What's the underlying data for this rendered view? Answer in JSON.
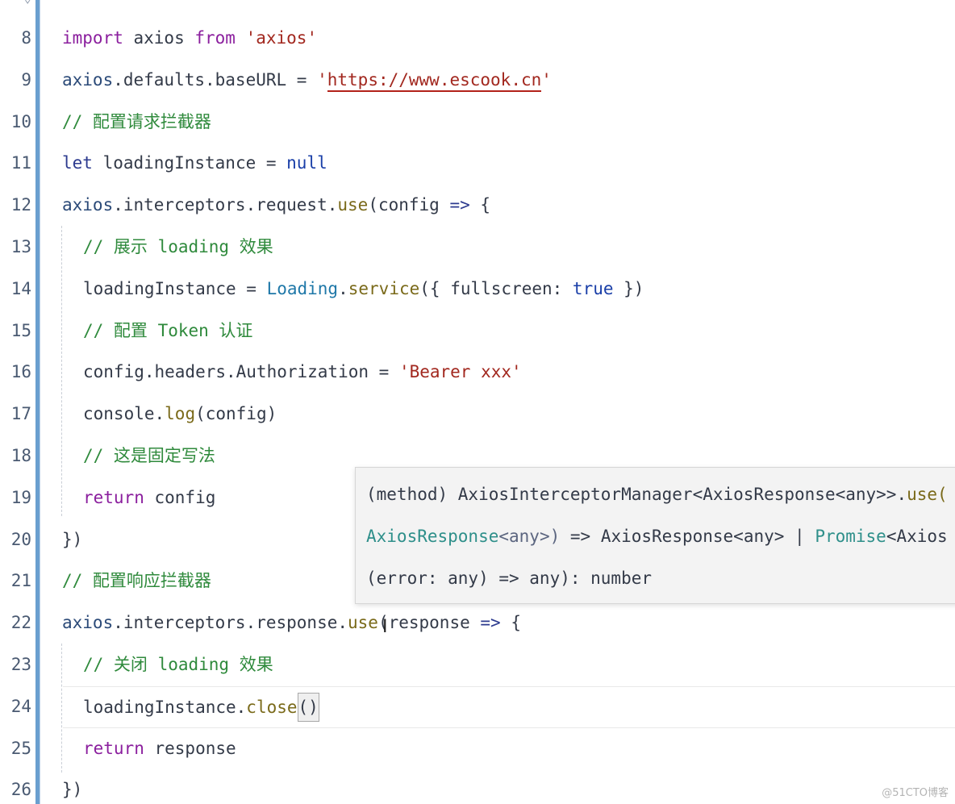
{
  "editor": {
    "lines": [
      {
        "n": "8"
      },
      {
        "n": "9"
      },
      {
        "n": "10"
      },
      {
        "n": "11"
      },
      {
        "n": "12"
      },
      {
        "n": "13"
      },
      {
        "n": "14"
      },
      {
        "n": "15"
      },
      {
        "n": "16"
      },
      {
        "n": "17"
      },
      {
        "n": "18"
      },
      {
        "n": "19"
      },
      {
        "n": "20"
      },
      {
        "n": "21"
      },
      {
        "n": "22"
      },
      {
        "n": "23"
      },
      {
        "n": "24"
      },
      {
        "n": "25"
      },
      {
        "n": "26"
      }
    ],
    "tokens": {
      "l8_import": "import",
      "l8_axios": " axios ",
      "l8_from": "from",
      "l8_str": " 'axios'",
      "l9_axios": "axios",
      "l9_rest": ".defaults.baseURL = ",
      "l9_q1": "'",
      "l9_url": "https://www.escook.cn",
      "l9_q2": "'",
      "l10_comment": "// 配置请求拦截器",
      "l11_let": "let",
      "l11_rest": " loadingInstance = ",
      "l11_null": "null",
      "l12_axios": "axios",
      "l12_rest": ".interceptors.request.",
      "l12_use": "use",
      "l12_tail": "(config ",
      "l12_arrow": "=>",
      "l12_brace": " {",
      "l13_comment": "// 展示 loading 效果",
      "l14_a": "loadingInstance = ",
      "l14_loading": "Loading",
      "l14_dot": ".",
      "l14_service": "service",
      "l14_b": "({ fullscreen: ",
      "l14_true": "true",
      "l14_c": " })",
      "l15_comment": "// 配置 Token 认证",
      "l16_a": "config.headers.Authorization = ",
      "l16_str": "'Bearer xxx'",
      "l17_a": "console.",
      "l17_log": "log",
      "l17_b": "(config)",
      "l18_comment": "// 这是固定写法",
      "l19_return": "return",
      "l19_rest": " config",
      "l20_close": "})",
      "l21_comment": "// 配置响应拦截器",
      "l22_axios": "axios",
      "l22_rest": ".interceptors.response.",
      "l22_use": "use",
      "l22_tail": "(response ",
      "l22_arrow": "=>",
      "l22_brace": " {",
      "l23_comment": "// 关闭 loading 效果",
      "l24_a": "loadingInstance.",
      "l24_close": "close",
      "l24_parens": "()",
      "l25_return": "return",
      "l25_rest": " response",
      "l26_close": "})"
    }
  },
  "tooltip": {
    "line1_a": "(method) AxiosInterceptorManager<AxiosResponse<any>>.",
    "line1_use": "use(",
    "line2_a": "AxiosResponse",
    "line2_b": "<any>) ",
    "line2_c": "=> AxiosResponse<any> | ",
    "line2_d": "Promise",
    "line2_e": "<Axios",
    "line3": "(error: any) => any): number"
  },
  "watermark": "@51CTO博客",
  "colors": {
    "gutter_bar": "#6a9fcf",
    "keyword": "#8b1f9e",
    "string": "#a2281f",
    "comment": "#2f8a3c",
    "tooltip_bg": "#f3f3f3"
  }
}
